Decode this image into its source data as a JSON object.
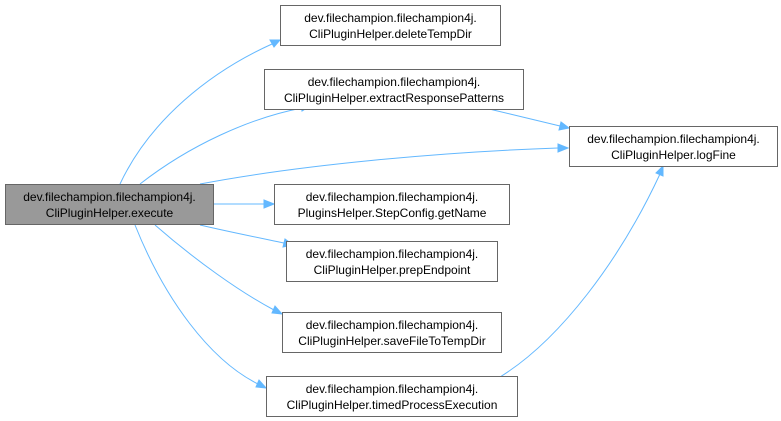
{
  "colors": {
    "edge": "#63b8ff",
    "node_border": "#666666",
    "current_node_fill": "#999999",
    "node_fill": "#ffffff"
  },
  "nodes": {
    "execute": {
      "line1": "dev.filechampion.filechampion4j.",
      "line2": "CliPluginHelper.execute"
    },
    "deleteTempDir": {
      "line1": "dev.filechampion.filechampion4j.",
      "line2": "CliPluginHelper.deleteTempDir"
    },
    "extractResponsePatterns": {
      "line1": "dev.filechampion.filechampion4j.",
      "line2": "CliPluginHelper.extractResponsePatterns"
    },
    "logFine": {
      "line1": "dev.filechampion.filechampion4j.",
      "line2": "CliPluginHelper.logFine"
    },
    "getName": {
      "line1": "dev.filechampion.filechampion4j.",
      "line2": "PluginsHelper.StepConfig.getName"
    },
    "prepEndpoint": {
      "line1": "dev.filechampion.filechampion4j.",
      "line2": "CliPluginHelper.prepEndpoint"
    },
    "saveFileToTempDir": {
      "line1": "dev.filechampion.filechampion4j.",
      "line2": "CliPluginHelper.saveFileToTempDir"
    },
    "timedProcessExecution": {
      "line1": "dev.filechampion.filechampion4j.",
      "line2": "CliPluginHelper.timedProcessExecution"
    }
  },
  "edges": [
    {
      "from": "execute",
      "to": "deleteTempDir"
    },
    {
      "from": "execute",
      "to": "extractResponsePatterns"
    },
    {
      "from": "execute",
      "to": "logFine"
    },
    {
      "from": "execute",
      "to": "getName"
    },
    {
      "from": "execute",
      "to": "prepEndpoint"
    },
    {
      "from": "execute",
      "to": "saveFileToTempDir"
    },
    {
      "from": "execute",
      "to": "timedProcessExecution"
    },
    {
      "from": "extractResponsePatterns",
      "to": "logFine"
    },
    {
      "from": "timedProcessExecution",
      "to": "logFine"
    }
  ]
}
